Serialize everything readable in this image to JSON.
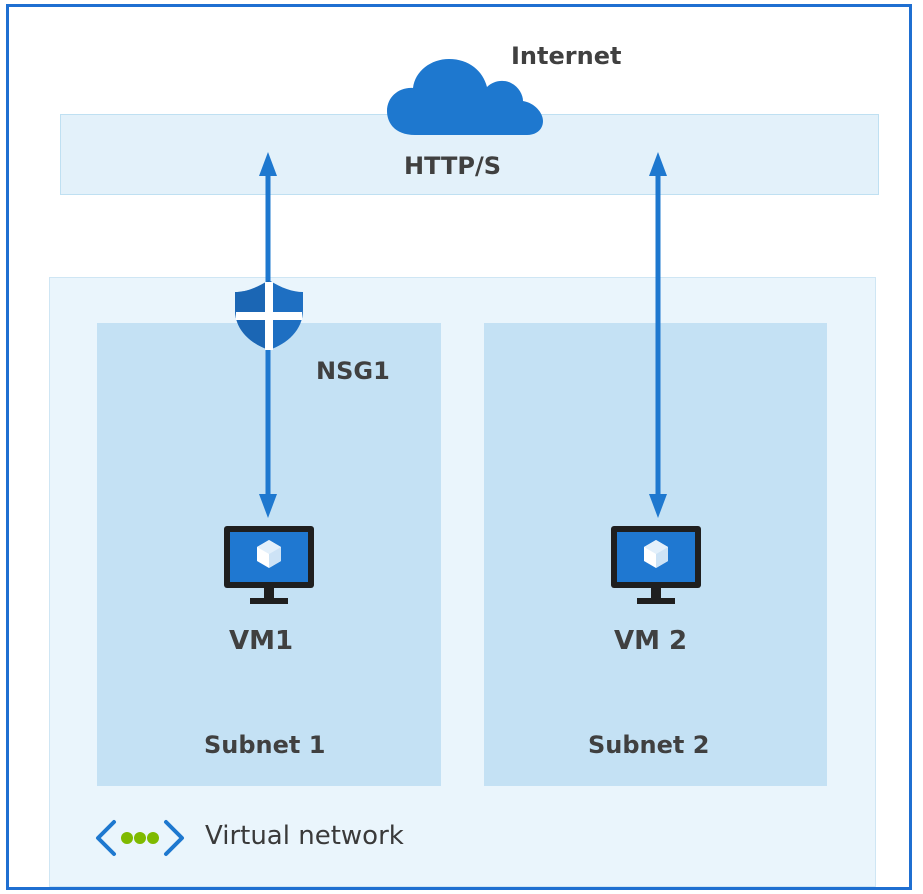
{
  "labels": {
    "internet": "Internet",
    "protocol": "HTTP/S",
    "nsg": "NSG1",
    "vm1": "VM1",
    "vm2": "VM 2",
    "subnet1": "Subnet 1",
    "subnet2": "Subnet 2",
    "vnet": "Virtual network"
  },
  "colors": {
    "frame_border": "#1f6fd1",
    "arrow": "#1e78cf",
    "cloud": "#1e78cf",
    "shield": "#1e6fc2",
    "monitor": "#1f66b5",
    "vnet_dots": "#7fba00",
    "vnet_brackets": "#1e78cf",
    "internet_band": "#e3f1fa",
    "vnet_background": "#eaf5fc",
    "subnet_background": "#c4e1f4",
    "label_text": "#404040"
  },
  "icons": {
    "internet": "cloud-icon",
    "nsg": "shield-icon",
    "vm1": "virtual-machine-icon",
    "vm2": "virtual-machine-icon",
    "vnet": "virtual-network-icon"
  }
}
